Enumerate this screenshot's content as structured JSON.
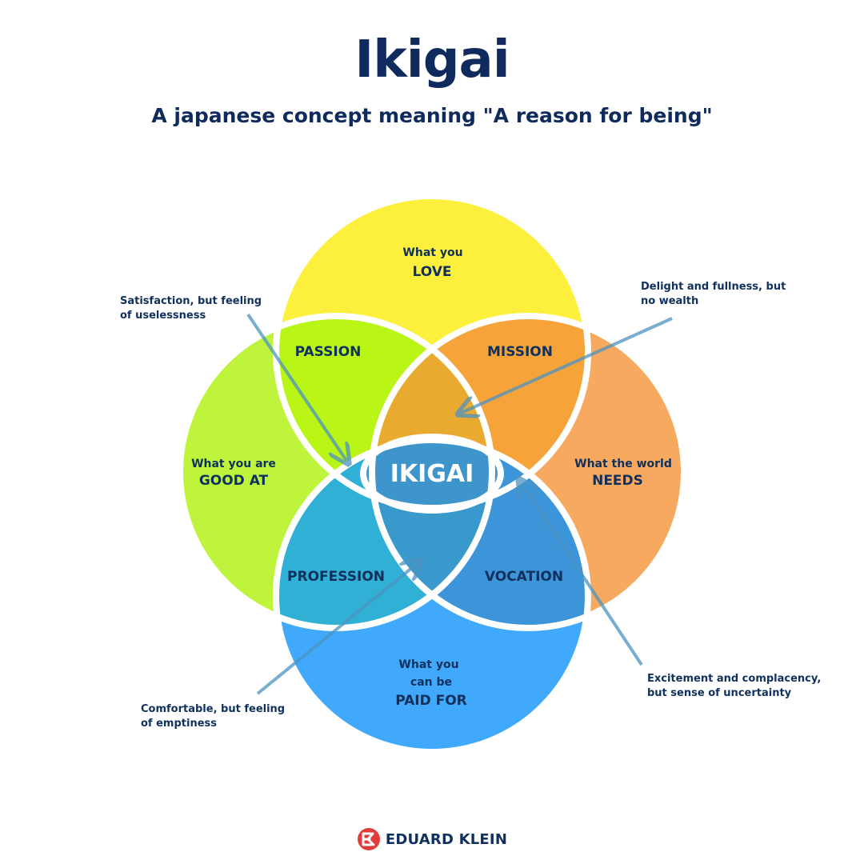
{
  "header": {
    "title": "Ikigai",
    "subtitle": "A japanese concept meaning \"A reason for being\""
  },
  "circles": {
    "love": {
      "line1": "What you",
      "line2": "LOVE",
      "color": "#fdf03c"
    },
    "good_at": {
      "line1": "What you are",
      "line2": "GOOD AT",
      "color": "#bef53c"
    },
    "needs": {
      "line1": "What the world",
      "line2": "NEEDS",
      "color": "#f6a95f"
    },
    "paid_for": {
      "line1": "What you",
      "line1b": "can be",
      "line2": "PAID FOR",
      "color": "#40a9fb"
    }
  },
  "overlaps": {
    "passion": "PASSION",
    "mission": "MISSION",
    "profession": "PROFESSION",
    "vocation": "VOCATION",
    "center": "IKIGAI"
  },
  "notes": {
    "passion": [
      "Satisfaction, but feeling",
      "of uselessness"
    ],
    "mission": [
      "Delight and fullness, but",
      "no wealth"
    ],
    "profession": [
      "Comfortable, but feeling",
      "of emptiness"
    ],
    "vocation": [
      "Excitement and complacency,",
      "but sense of uncertainty"
    ]
  },
  "brand": {
    "name": "EDUARD KLEIN",
    "logo_text": "EK",
    "color": "#e23b3b"
  }
}
